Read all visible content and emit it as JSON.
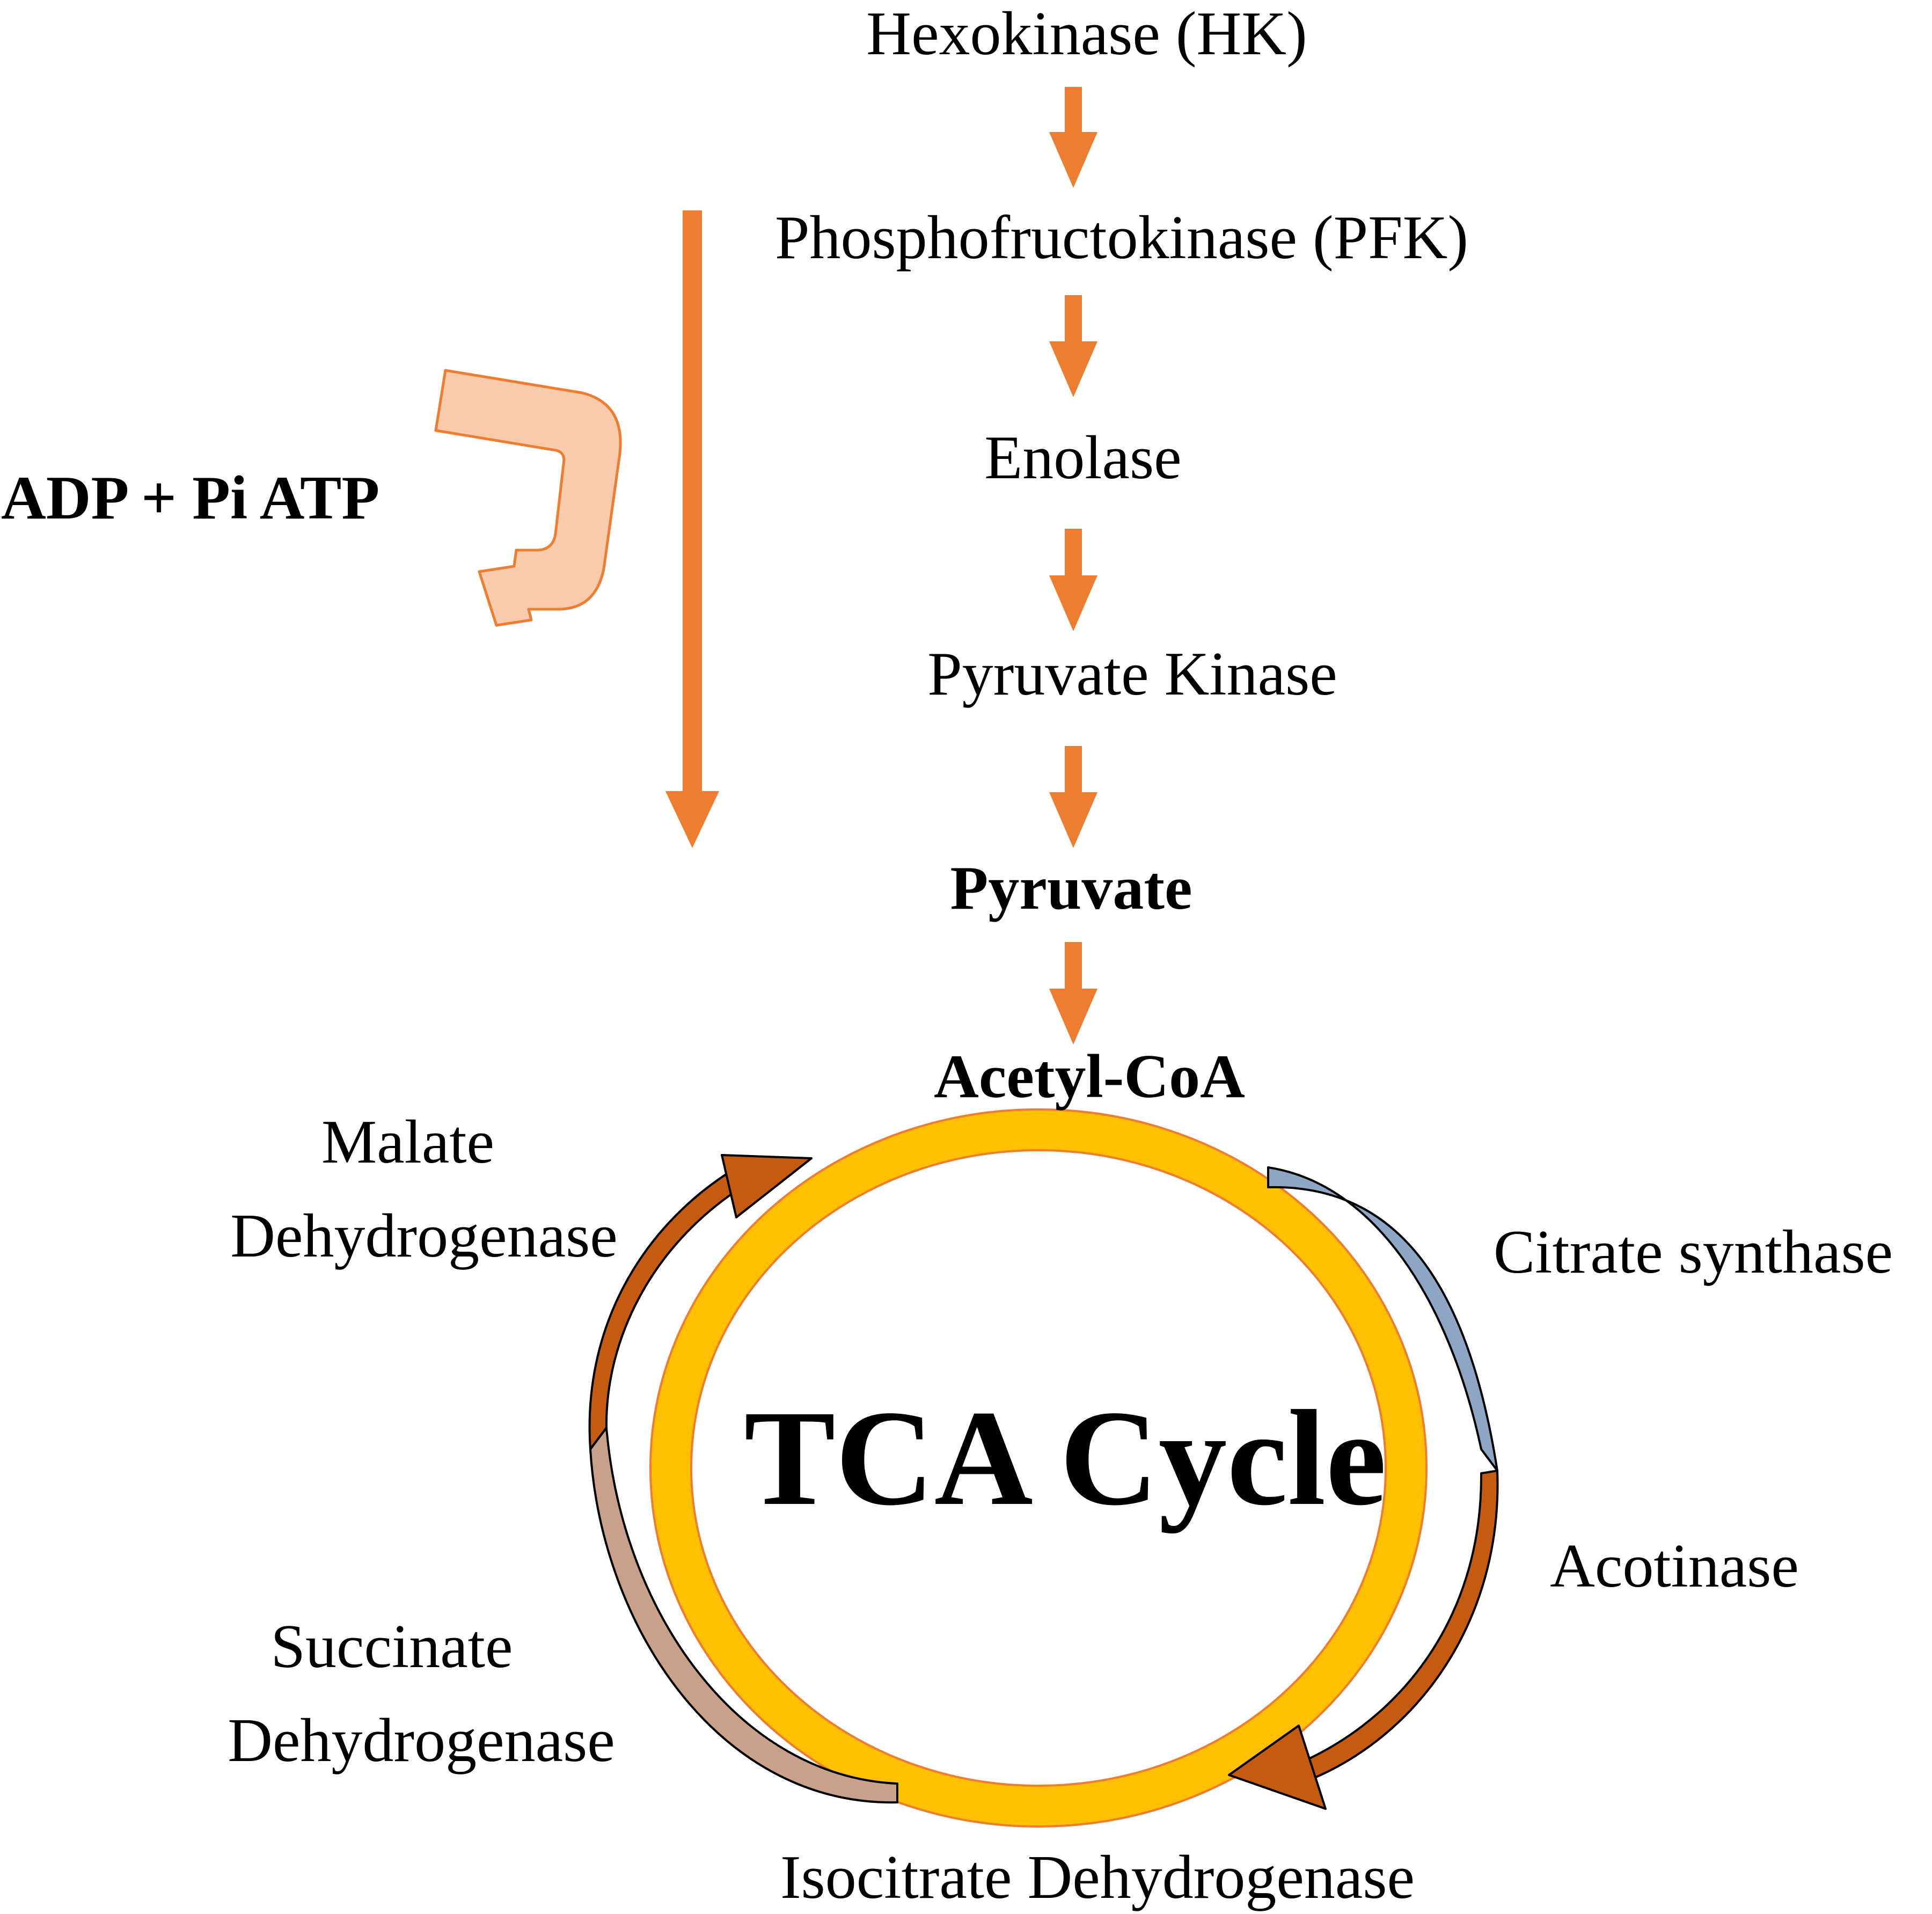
{
  "glycolysis": {
    "steps": [
      "Hexokinase (HK)",
      "Phosphofructokinase (PFK)",
      "Enolase",
      "Pyruvate Kinase"
    ],
    "pyruvate": "Pyruvate",
    "acetyl_coa": "Acetyl-CoA"
  },
  "energy": {
    "label": "ADP + Pi ATP"
  },
  "tca": {
    "title": "TCA Cycle",
    "enzymes": {
      "malate_line1": "Malate",
      "malate_line2": "Dehydrogenase",
      "citrate": "Citrate synthase",
      "acotinase": "Acotinase",
      "succinate_line1": "Succinate",
      "succinate_line2": "Dehydrogenase",
      "isocitrate": "Isocitrate Dehydrogenase"
    }
  },
  "colors": {
    "arrow_orange": "#ED7D31",
    "arrow_light": "#F8CBAD",
    "ring": "#FFC000",
    "arc_blue": "#8EA5C5",
    "arc_brown": "#C55A11",
    "arc_tan": "#C9A08A"
  }
}
